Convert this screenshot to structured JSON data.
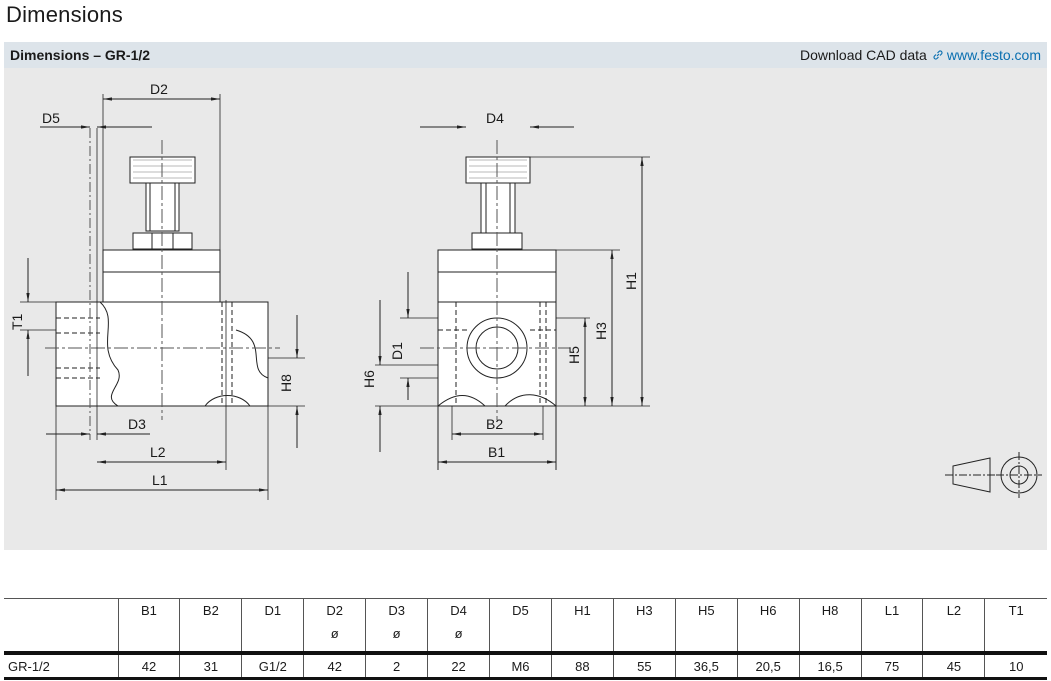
{
  "page": {
    "heading": "Dimensions"
  },
  "panel": {
    "title": "Dimensions – GR-1/2",
    "download_label": "Download CAD data",
    "link_icon": "link-icon",
    "link_text": "www.festo.com",
    "link_color": "#0a6fb0"
  },
  "drawing_labels": {
    "D2": "D2",
    "D5": "D5",
    "D4": "D4",
    "T1": "T1",
    "D3": "D3",
    "L2": "L2",
    "L1": "L1",
    "H8": "H8",
    "H6": "H6",
    "D1": "D1",
    "H5": "H5",
    "H3": "H3",
    "H1": "H1",
    "B2": "B2",
    "B1": "B1"
  },
  "projection_symbol": "first-angle-projection-icon",
  "table": {
    "headers": [
      {
        "label": "",
        "sub": ""
      },
      {
        "label": "B1",
        "sub": ""
      },
      {
        "label": "B2",
        "sub": ""
      },
      {
        "label": "D1",
        "sub": ""
      },
      {
        "label": "D2",
        "sub": "ø"
      },
      {
        "label": "D3",
        "sub": "ø"
      },
      {
        "label": "D4",
        "sub": "ø"
      },
      {
        "label": "D5",
        "sub": ""
      },
      {
        "label": "H1",
        "sub": ""
      },
      {
        "label": "H3",
        "sub": ""
      },
      {
        "label": "H5",
        "sub": ""
      },
      {
        "label": "H6",
        "sub": ""
      },
      {
        "label": "H8",
        "sub": ""
      },
      {
        "label": "L1",
        "sub": ""
      },
      {
        "label": "L2",
        "sub": ""
      },
      {
        "label": "T1",
        "sub": ""
      }
    ],
    "rows": [
      [
        "GR-1/2",
        "42",
        "31",
        "G1/2",
        "42",
        "2",
        "22",
        "M6",
        "88",
        "55",
        "36,5",
        "20,5",
        "16,5",
        "75",
        "45",
        "10"
      ]
    ]
  }
}
